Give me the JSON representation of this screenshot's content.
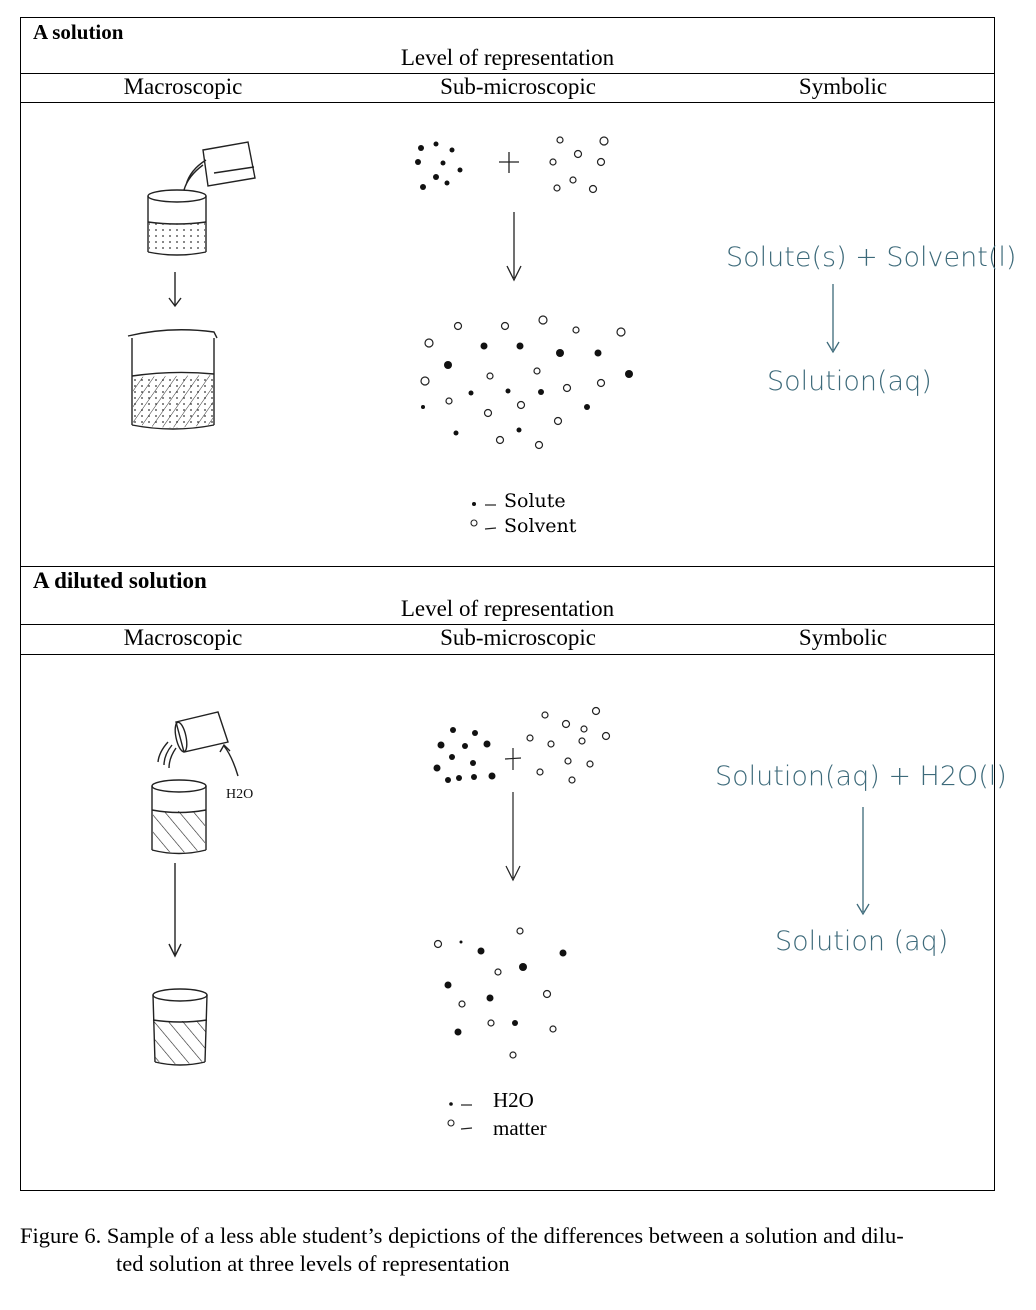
{
  "sections": [
    {
      "title": "A solution",
      "level_label": "Level of representation",
      "columns": [
        "Macroscopic",
        "Sub-microscopic",
        "Symbolic"
      ],
      "legend": [
        {
          "symbol": "•",
          "text": "Solute"
        },
        {
          "symbol": "o",
          "text": "Solvent"
        }
      ],
      "macro_label": "",
      "symbolic_top": "Solute(s) + Solvent(l)",
      "symbolic_bottom": "Solution(aq)"
    },
    {
      "title": "A diluted solution",
      "level_label": "Level of representation",
      "columns": [
        "Macroscopic",
        "Sub-microscopic",
        "Symbolic"
      ],
      "legend": [
        {
          "symbol": "•",
          "text": "H2O"
        },
        {
          "symbol": "o",
          "text": "matter"
        }
      ],
      "macro_label": "H2O",
      "symbolic_top": "Solution(aq) + H2O(l)",
      "symbolic_bottom": "Solution (aq)"
    }
  ],
  "caption": {
    "line1": "Figure 6. Sample of a less able student’s depictions of the differences between a solution and dilu-",
    "line2": "ted solution at three levels of representation"
  }
}
